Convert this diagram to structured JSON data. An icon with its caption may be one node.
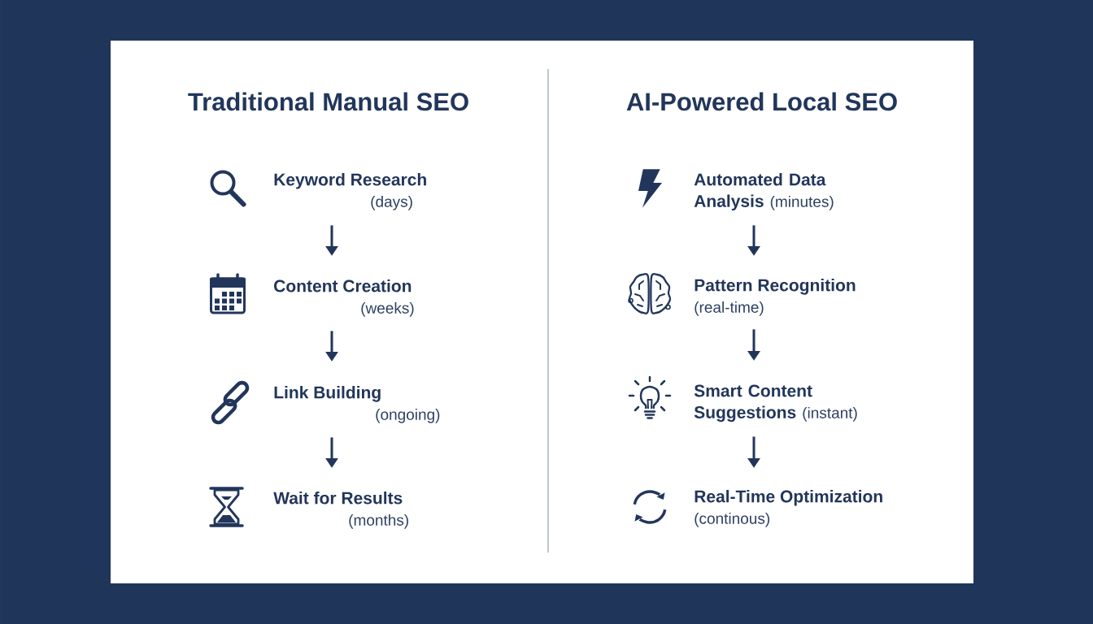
{
  "diagram": {
    "nodes": [
      {
        "text": [
          "Keyword Research"
        ],
        "beside": [
          "(days)"
        ]
      },
      {
        "text": [
          "Content Creation"
        ],
        "beside": [
          "(weeks)"
        ]
      },
      {
        "text": [
          "Link Building"
        ],
        "beside": [
          "(ongoing)"
        ]
      },
      {
        "text": [
          "Wait for Results"
        ],
        "beside": [
          "(months)"
        ]
      },
      {
        "text": [
          "Automated Data Analysis"
        ],
        "beside": [
          "(minutes)"
        ]
      },
      {
        "text": [
          "Pattern Recognition"
        ],
        "beside": [
          "(real-time)"
        ]
      },
      {
        "text": [
          "Smart Content Suggestions"
        ],
        "beside": [
          "(instant)"
        ]
      },
      {
        "text": [
          "Real-Time Optimization"
        ],
        "beside": [
          "(continous)"
        ]
      }
    ],
    "edges": [
      {
        "from": 0,
        "to": 1,
        "arrow": "to"
      },
      {
        "from": 1,
        "to": 2,
        "arrow": "to"
      },
      {
        "from": 2,
        "to": 3,
        "arrow": "to"
      },
      {
        "from": 4,
        "to": 5,
        "arrow": "to"
      },
      {
        "from": 5,
        "to": 6,
        "arrow": "to"
      },
      {
        "from": 6,
        "to": 7,
        "arrow": "to"
      }
    ],
    "labels": [
      "Traditional Manual SEO",
      "AI-Powered Local SEO"
    ]
  }
}
